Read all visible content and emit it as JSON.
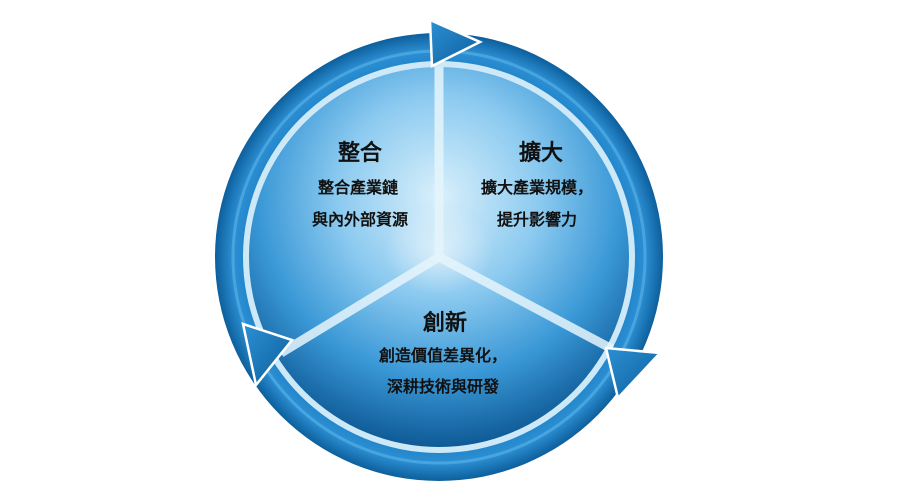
{
  "segments": [
    {
      "id": "integrate",
      "title": "整合",
      "lines": [
        "整合產業鏈",
        "與內外部資源"
      ]
    },
    {
      "id": "expand",
      "title": "擴大",
      "lines": [
        "擴大產業規模，",
        "提升影響力"
      ]
    },
    {
      "id": "innovate",
      "title": "創新",
      "lines": [
        "創造價值差異化，",
        "深耕技術與研發"
      ]
    }
  ],
  "colors": {
    "ring_dark": "#0d5f9c",
    "ring_mid": "#1a7ec4",
    "ring_light": "#55aee4",
    "disc_light": "#d9f0fb",
    "disc_mid": "#4aa8e0",
    "disc_dark": "#0e5a96",
    "divider": "#e6f5fc",
    "text": "#111111"
  }
}
